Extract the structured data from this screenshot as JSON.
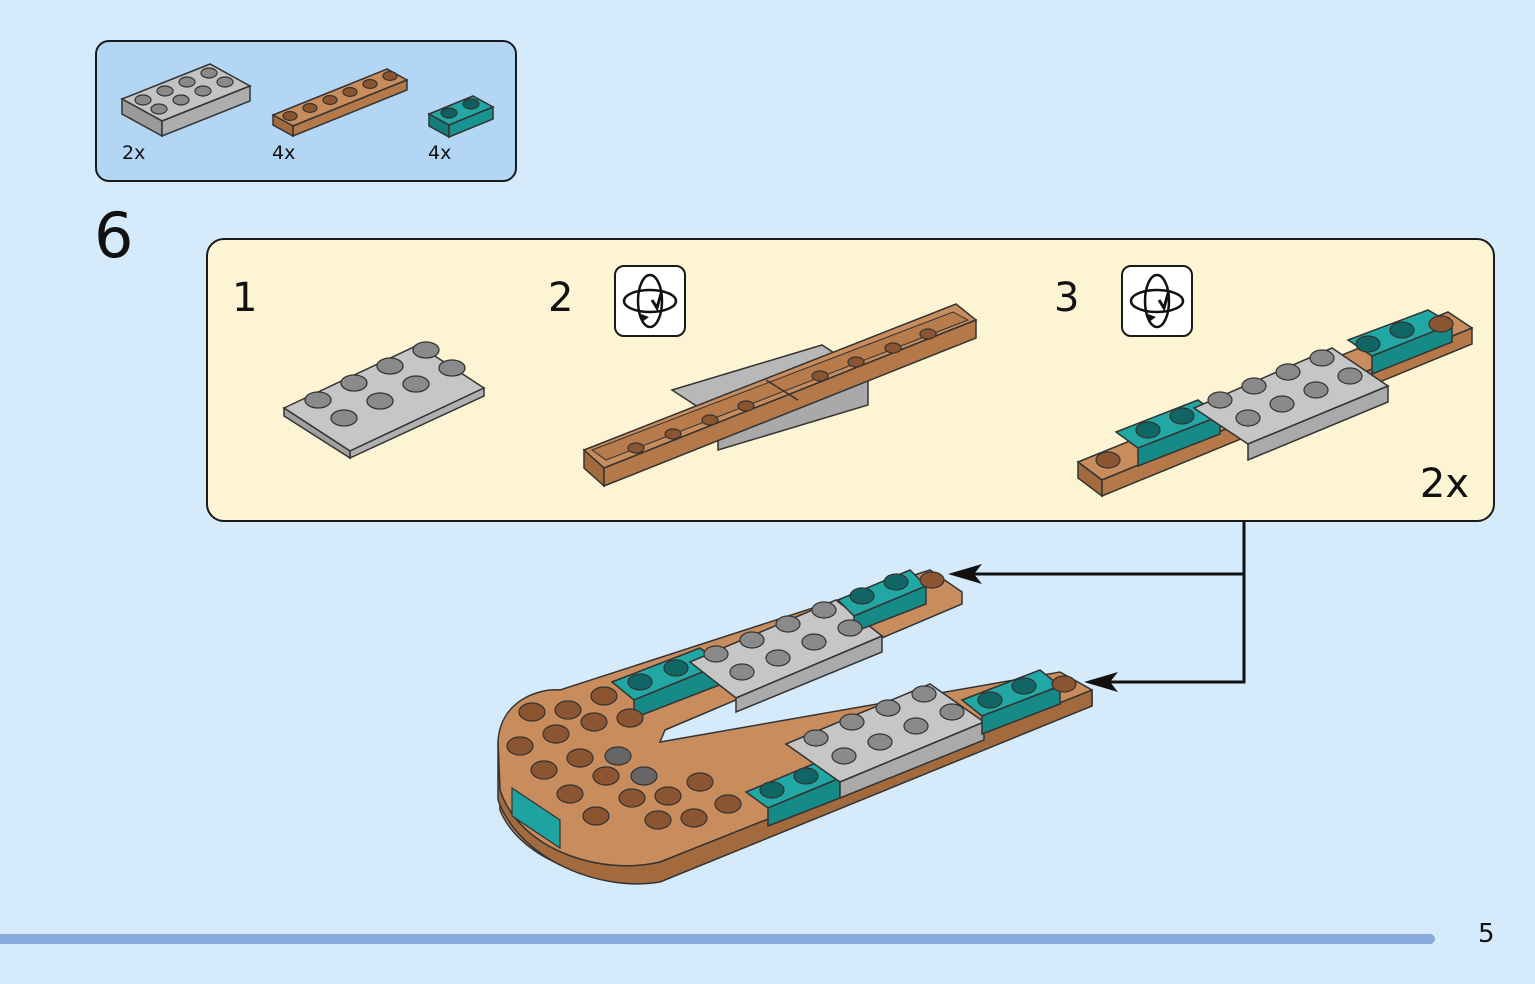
{
  "parts": {
    "items": [
      {
        "name": "gray-plate-2x4",
        "qty": "2x",
        "color": "#b5b5b5"
      },
      {
        "name": "brown-plate-1x6",
        "qty": "4x",
        "color": "#c58a5a"
      },
      {
        "name": "teal-plate-1x2",
        "qty": "4x",
        "color": "#1ea3a0"
      }
    ]
  },
  "step": {
    "number": "6"
  },
  "substeps": [
    {
      "number": "1"
    },
    {
      "number": "2",
      "icon": "rotate-model-icon"
    },
    {
      "number": "3",
      "icon": "rotate-model-icon"
    }
  ],
  "panel": {
    "multiplier": "2x"
  },
  "page": {
    "number": "5"
  },
  "colors": {
    "background": "#d5ebfb",
    "parts_box": "#b3d6f5",
    "substep_panel": "#fdf4d4",
    "footer_bar": "#88a9dc"
  }
}
